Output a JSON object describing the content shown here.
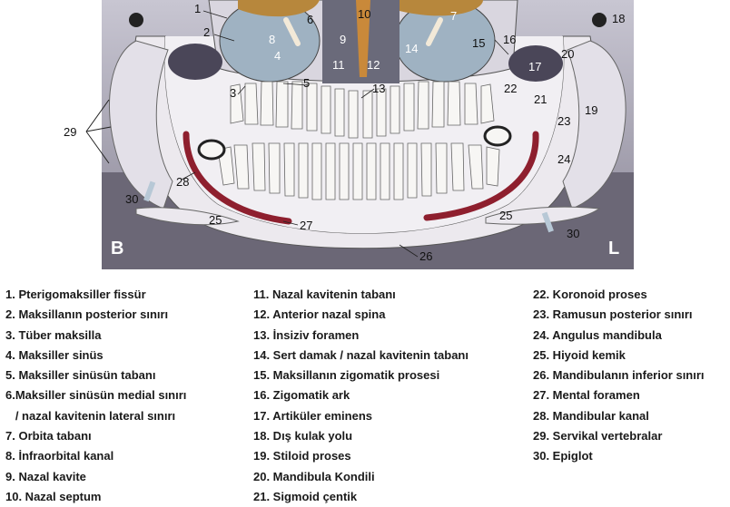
{
  "figure": {
    "corner_left": "B",
    "corner_right": "L",
    "callouts": [
      "1",
      "2",
      "3",
      "4",
      "5",
      "6",
      "7",
      "8",
      "9",
      "10",
      "11",
      "12",
      "13",
      "14",
      "15",
      "16",
      "17",
      "18",
      "19",
      "20",
      "21",
      "22",
      "23",
      "24",
      "25",
      "25",
      "26",
      "27",
      "28",
      "29",
      "30",
      "30"
    ]
  },
  "legend": {
    "col1": [
      "1. Pterigomaksiller fissür",
      "2. Maksillanın posterior sınırı",
      "3. Tüber maksilla",
      "4. Maksiller sinüs",
      "5. Maksiller sinüsün tabanı",
      "6.Maksiller sinüsün medial sınırı",
      "   / nazal kavitenin lateral sınırı",
      "7. Orbita tabanı",
      "8. İnfraorbital kanal",
      "9. Nazal kavite",
      "10. Nazal septum"
    ],
    "col2": [
      "11. Nazal kavitenin tabanı",
      "12. Anterior nazal spina",
      "13. İnsiziv foramen",
      "14. Sert damak / nazal kavitenin tabanı",
      "15. Maksillanın zigomatik prosesi",
      "16. Zigomatik ark",
      "17. Artiküler eminens",
      "18. Dış kulak yolu",
      "19. Stiloid proses",
      "20. Mandibula Kondili",
      "21. Sigmoid çentik"
    ],
    "col3": [
      "22. Koronoid proses",
      "23. Ramusun posterior sınırı",
      "24. Angulus mandibula",
      "25. Hiyoid kemik",
      "26. Mandibulanın inferior sınırı",
      "27. Mental foramen",
      "28. Mandibular kanal",
      "29. Servikal vertebralar",
      "30. Epiglot"
    ]
  }
}
